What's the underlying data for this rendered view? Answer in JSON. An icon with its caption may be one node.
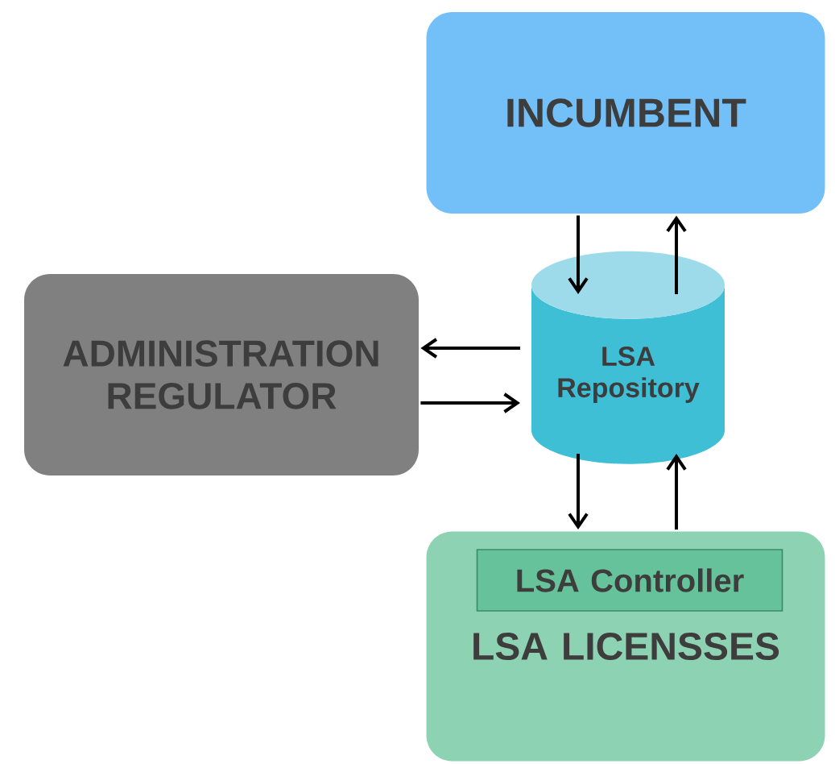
{
  "diagram": {
    "nodes": [
      {
        "text": [
          "INCUMBENT"
        ]
      },
      {
        "text": [
          "ADMINISTRATION REGULATOR"
        ]
      },
      {
        "text": [
          "LSA Repository"
        ]
      },
      {
        "text": [
          "LSA LICENSSES"
        ]
      },
      {
        "text": [
          "LSA Controller"
        ],
        "in": 3
      }
    ],
    "edges": [
      {
        "from": 0,
        "to": 2,
        "arrow": "to"
      },
      {
        "from": 2,
        "to": 0,
        "arrow": "to"
      },
      {
        "from": 2,
        "to": 1,
        "arrow": "to"
      },
      {
        "from": 1,
        "to": 2,
        "arrow": "to"
      },
      {
        "from": 2,
        "to": 3,
        "arrow": "to"
      },
      {
        "from": 3,
        "to": 2,
        "arrow": "to"
      }
    ]
  }
}
